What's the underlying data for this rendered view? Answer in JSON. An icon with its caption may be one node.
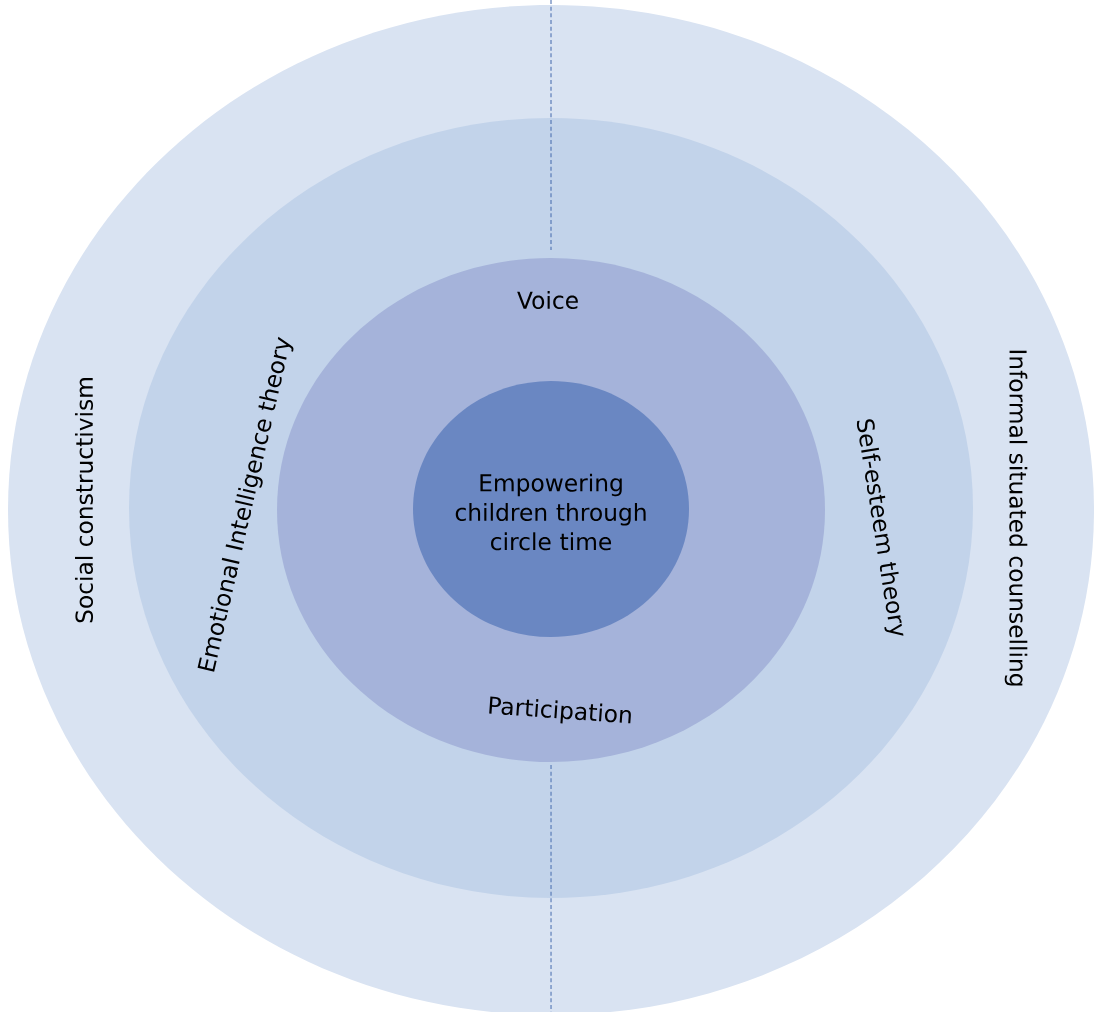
{
  "diagram": {
    "nodes": [
      {
        "text": [
          "Social constructivism",
          "Informal situated counselling"
        ]
      },
      {
        "text": [
          "Emotional Intelligence theory",
          "Self-esteem theory"
        ],
        "in": 0
      },
      {
        "text": [
          "Voice",
          "Participation"
        ],
        "in": 1
      },
      {
        "text": [
          "Empowering children through circle time"
        ],
        "in": 2
      }
    ]
  }
}
